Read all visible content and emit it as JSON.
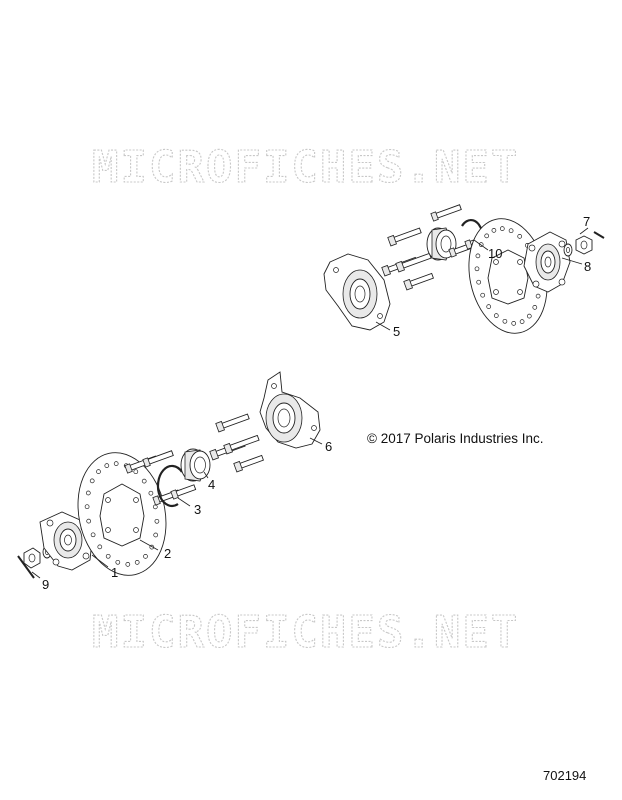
{
  "watermarks": [
    "MICROFICHES.NET",
    "MICROFICHES.NET"
  ],
  "copyright": "© 2017 Polaris Industries Inc.",
  "figure_number": "702194",
  "callouts": [
    "1",
    "2",
    "3",
    "4",
    "5",
    "6",
    "7",
    "8",
    "9",
    "10"
  ]
}
